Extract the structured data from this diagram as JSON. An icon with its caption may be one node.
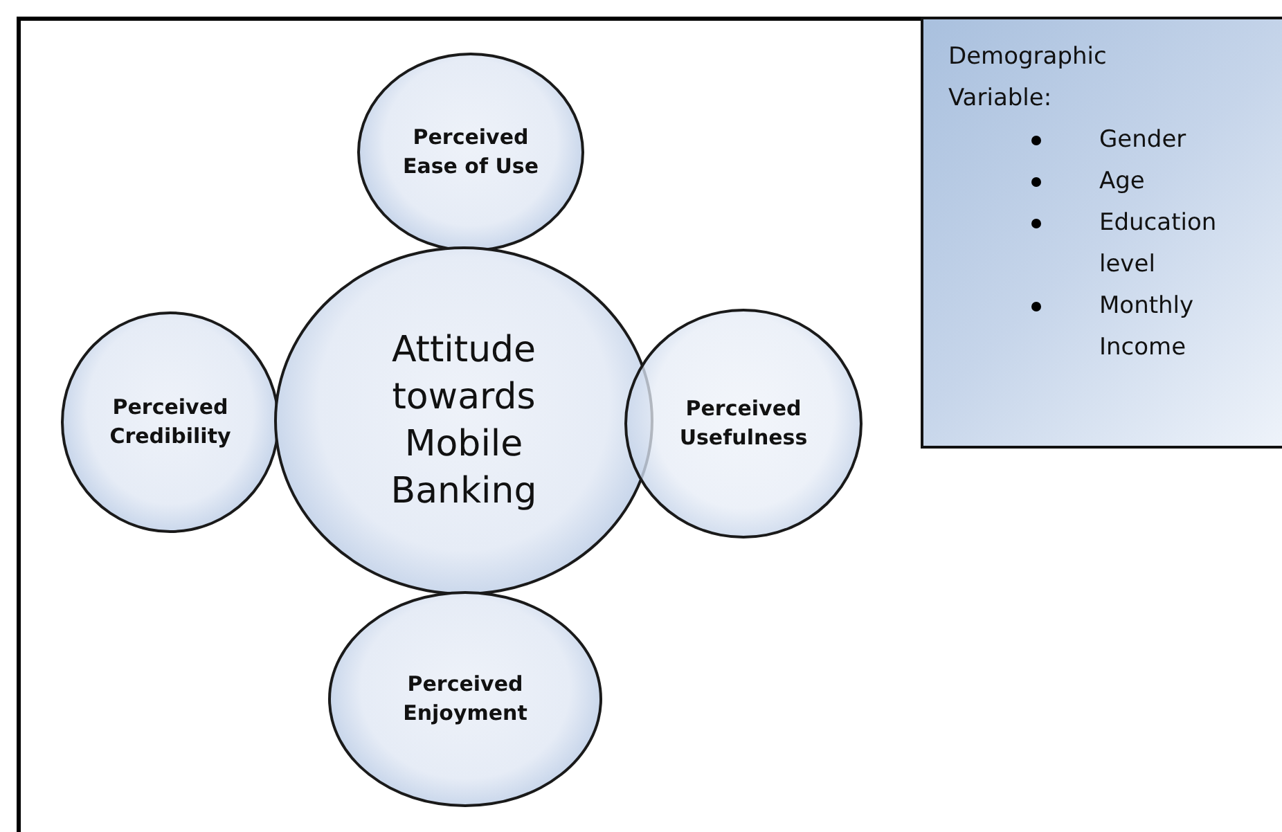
{
  "diagram": {
    "nodes": [
      {
        "text": [
          "Perceived Ease of Use"
        ]
      },
      {
        "text": [
          "Demographic Variable:",
          "Gender",
          "Age",
          "Education level",
          "Monthly Income"
        ]
      },
      {
        "text": [
          "Perceived Credibility"
        ]
      },
      {
        "text": [
          "Attitude towards Mobile Banking"
        ]
      },
      {
        "text": [
          "Perceived Usefulness"
        ]
      },
      {
        "text": [
          "Perceived Enjoyment"
        ]
      }
    ],
    "edges": []
  }
}
